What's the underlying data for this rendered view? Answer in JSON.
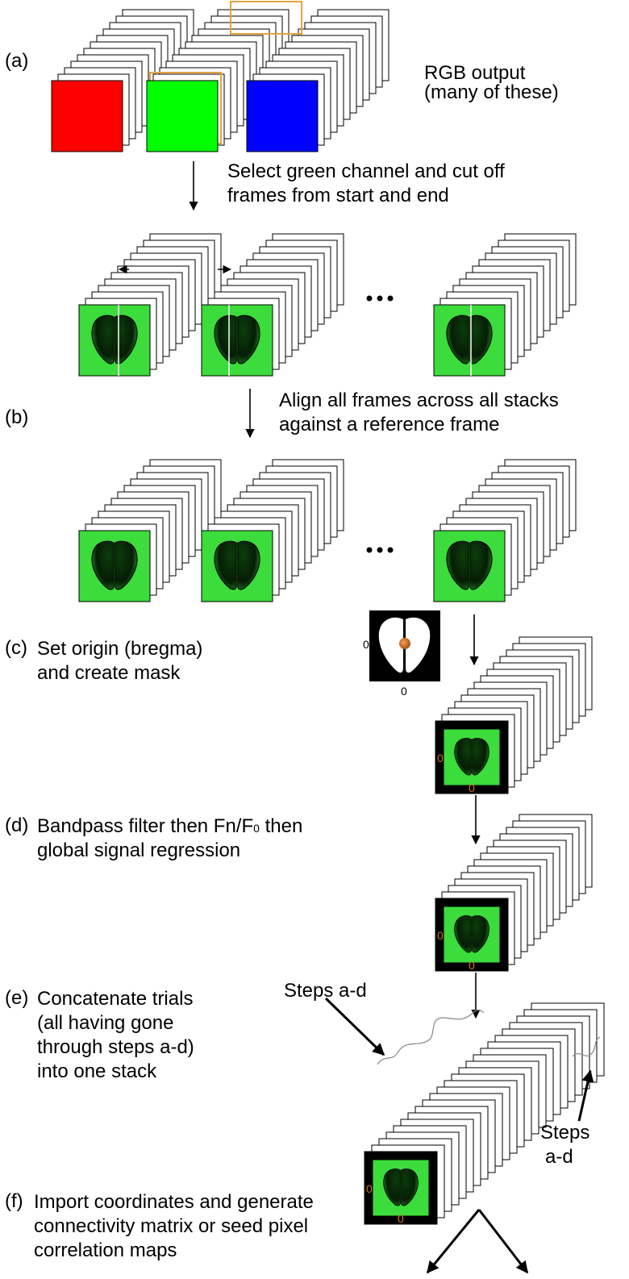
{
  "steps": {
    "a": {
      "id": "(a)",
      "rgb_label": "RGB output",
      "rgb_sub": "(many of these)",
      "text_line1": "Select green channel and cut off",
      "text_line2": "frames from start and end"
    },
    "b": {
      "id": "(b)",
      "text_line1": "Align all frames across all stacks",
      "text_line2": "against a reference frame"
    },
    "c": {
      "id": "(c)",
      "text_line1": "Set origin (bregma)",
      "text_line2": "and create mask"
    },
    "d": {
      "id": "(d)",
      "text_line1_pre": "Bandpass filter then Fn/F",
      "text_line1_sub": "0",
      "text_line1_post": " then",
      "text_line2": "global signal regression"
    },
    "e": {
      "id": "(e)",
      "text_line1": "Concatenate trials",
      "text_line2": "(all having gone",
      "text_line3": "through steps a-d)",
      "text_line4": "into one stack",
      "steps_top": "Steps a-d",
      "steps_right_1": "Steps",
      "steps_right_2": "a-d"
    },
    "f": {
      "id": "(f)",
      "text_line1": "Import coordinates and generate",
      "text_line2": "connectivity matrix or seed pixel",
      "text_line3": "correlation maps"
    }
  },
  "ellipsis": "• • •",
  "origin_marker": "0",
  "colors": {
    "red": "#ff0000",
    "green": "#00ff00",
    "blue": "#0000ff",
    "brain_green": "#3bdc3b",
    "orange": "#e6a23c",
    "origin": "#d4781a"
  }
}
